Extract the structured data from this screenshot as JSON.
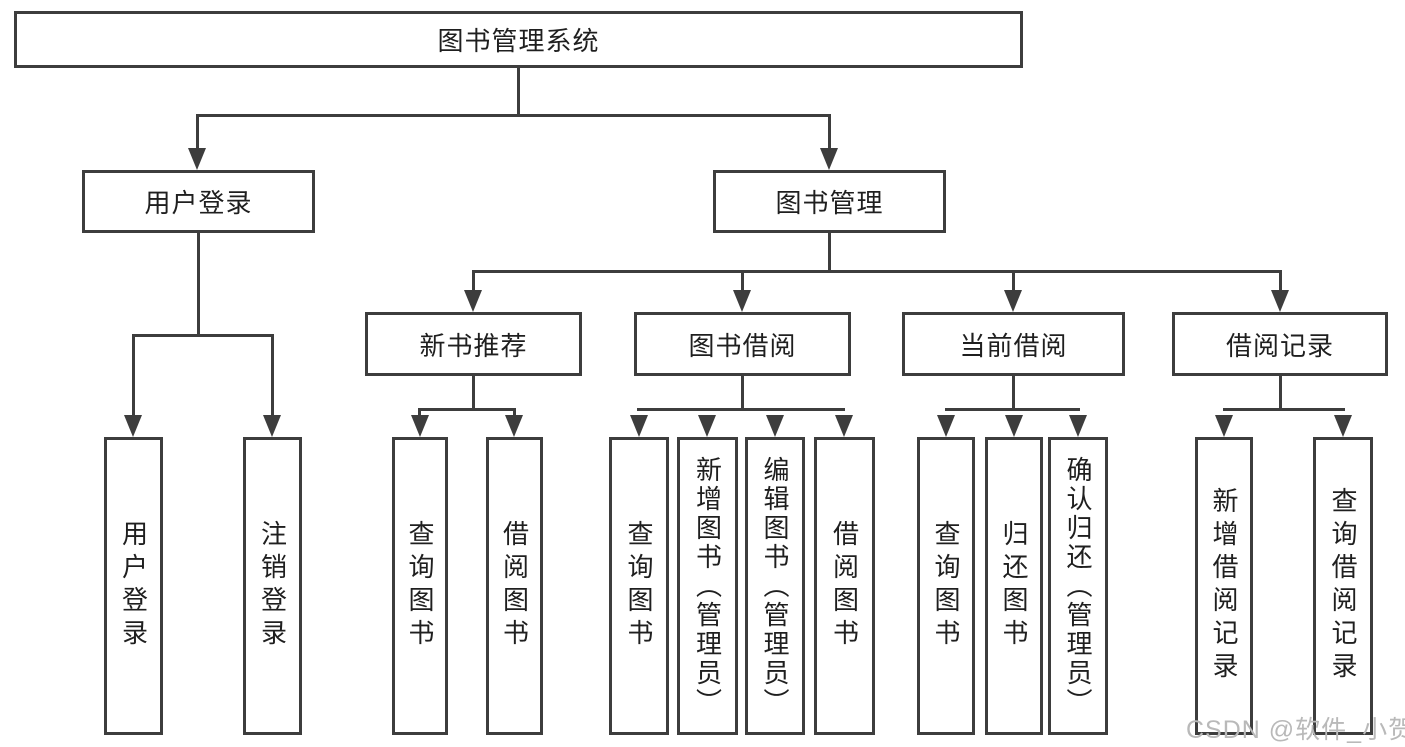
{
  "colors": {
    "line": "#3d3d3d",
    "text": "#1f1f1f",
    "background": "#ffffff",
    "watermark_text": "#b9b9b9"
  },
  "watermark": "CSDN @软件_小贺同学",
  "root": {
    "label": "图书管理系统"
  },
  "level2": {
    "user_login": {
      "label": "用户登录",
      "children": {
        "login": "用户登录",
        "logout": "注销登录"
      }
    },
    "book_mgmt": {
      "label": "图书管理"
    }
  },
  "level3": {
    "new_book": {
      "label": "新书推荐",
      "children": {
        "query": "查询图书",
        "borrow": "借阅图书"
      }
    },
    "book_borrow": {
      "label": "图书借阅",
      "children": {
        "query": "查询图书",
        "add": "新增图书（管理员）",
        "edit": "编辑图书（管理员）",
        "borrow": "借阅图书"
      }
    },
    "current_borrow": {
      "label": "当前借阅",
      "children": {
        "query": "查询图书",
        "return": "归还图书",
        "confirm": "确认归还（管理员）"
      }
    },
    "borrow_record": {
      "label": "借阅记录",
      "children": {
        "add": "新增借阅记录",
        "query": "查询借阅记录"
      }
    }
  }
}
